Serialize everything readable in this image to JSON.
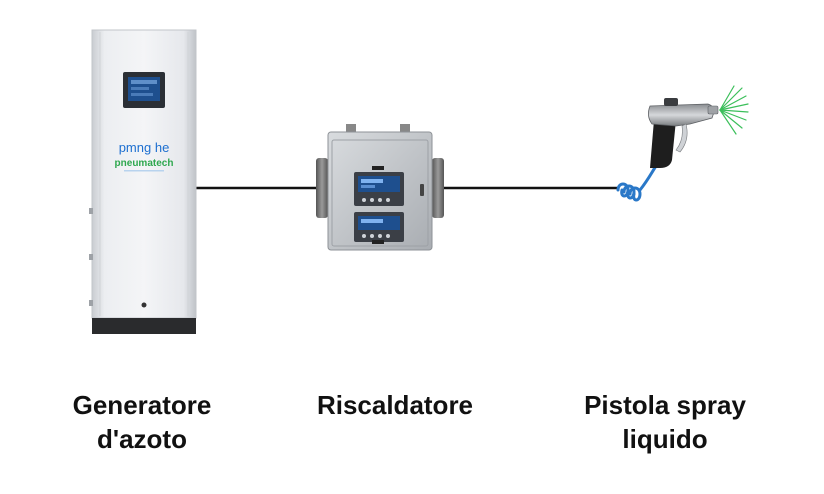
{
  "generator": {
    "brand_line1": "pmng he",
    "brand_line2": "pneumatech",
    "caption_line1": "Generatore",
    "caption_line2": "d'azoto"
  },
  "heater": {
    "caption": "Riscaldatore"
  },
  "spray_gun": {
    "caption_line1": "Pistola spray",
    "caption_line2": "liquido"
  },
  "colors": {
    "line": "#111111",
    "brand_blue": "#1d6fd0",
    "brand_green": "#2fa84f",
    "display_blue": "#1e4f8e",
    "hose_blue": "#2a78c8",
    "spray_green": "#3bbf5a"
  }
}
